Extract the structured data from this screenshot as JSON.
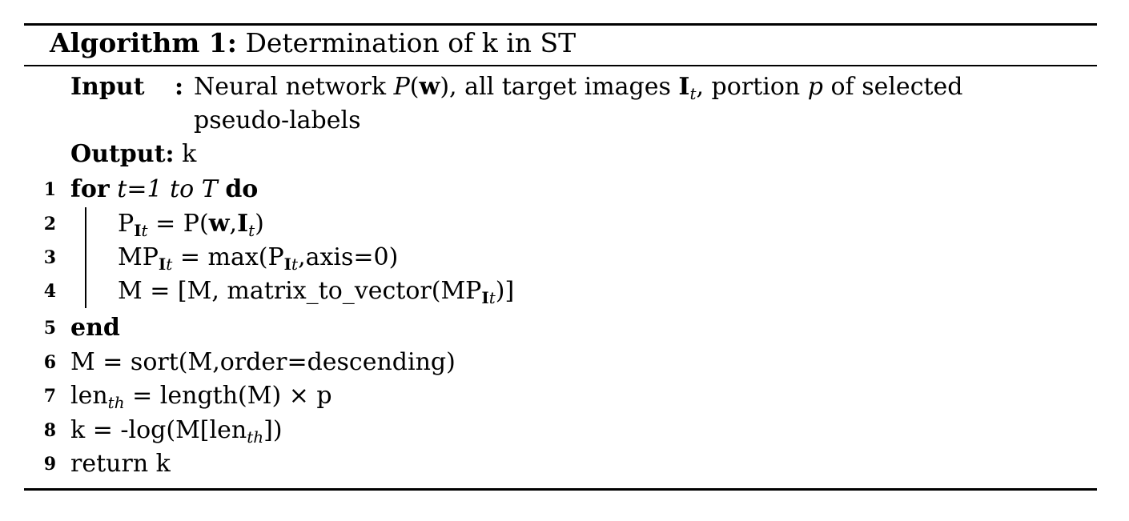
{
  "caption": {
    "label": "Algorithm 1:",
    "title": "Determination of k in ST"
  },
  "input": {
    "key": "Input",
    "colon": ":",
    "text_a": "Neural network ",
    "P": "P",
    "paren_open": "(",
    "w": "w",
    "paren_close": "), all target images ",
    "I": "I",
    "t": "t",
    "text_b": ", portion ",
    "p": "p",
    "text_c": " of selected",
    "cont": "pseudo-labels"
  },
  "output": {
    "key": "Output:",
    "value": "k"
  },
  "lines": {
    "l1": {
      "num": "1",
      "for": "for",
      "expr": "t=1 to T",
      "do": "do"
    },
    "l2": {
      "num": "2",
      "a": "P",
      "sub_I": "I",
      "sub_t": "t",
      "b": " = P(",
      "w": "w",
      "c": ",",
      "I": "I",
      "t": "t",
      "d": ")"
    },
    "l3": {
      "num": "3",
      "a": "MP",
      "sub_I": "I",
      "sub_t": "t",
      "b": " = max(P",
      "sub2_I": "I",
      "sub2_t": "t",
      "c": ",axis=0)"
    },
    "l4": {
      "num": "4",
      "a": "M = [M, matrix_to_vector(MP",
      "sub_I": "I",
      "sub_t": "t",
      "b": ")]"
    },
    "l5": {
      "num": "5",
      "end": "end"
    },
    "l6": {
      "num": "6",
      "text": "M = sort(M,order=descending)"
    },
    "l7": {
      "num": "7",
      "a": "len",
      "sub": "th",
      "b": " = length(M) × p"
    },
    "l8": {
      "num": "8",
      "a": "k = -log(M[len",
      "sub": "th",
      "b": "])"
    },
    "l9": {
      "num": "9",
      "text": "return k"
    }
  }
}
